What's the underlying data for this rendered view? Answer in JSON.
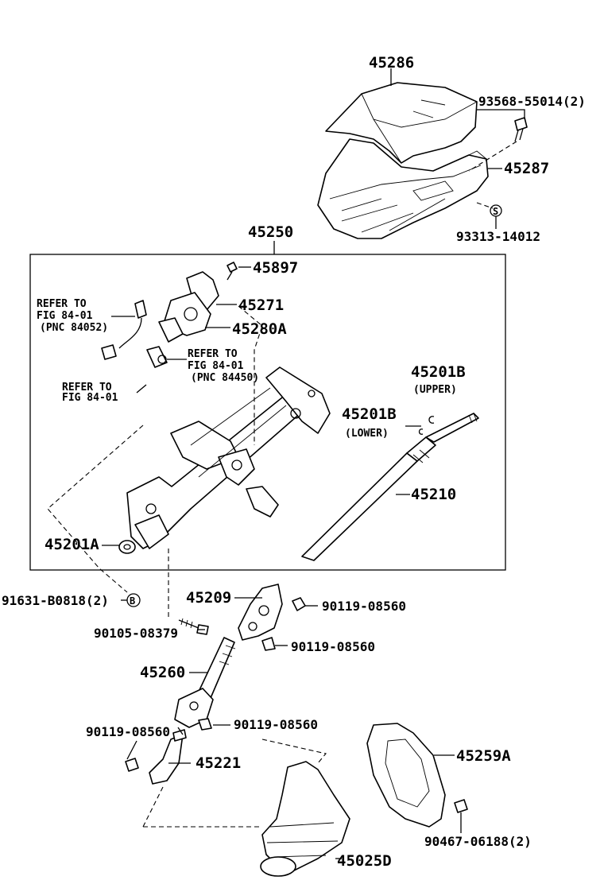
{
  "diagram_id": "452965-B",
  "labels": {
    "p45286": "45286",
    "p93568": "93568-55014(2)",
    "p45287": "45287",
    "p93313": "93313-14012",
    "p45250": "45250",
    "p45897": "45897",
    "p45271": "45271",
    "p45280A": "45280A",
    "ref1_l1": "REFER TO",
    "ref1_l2": "FIG 84-01",
    "ref1_l3": "(PNC 84052)",
    "ref2_l1": "REFER TO",
    "ref2_l2": "FIG 84-01",
    "ref2_l3": "(PNC 84450)",
    "ref3_l1": "REFER TO",
    "ref3_l2": "FIG 84-01",
    "p45201B_upper": "45201B",
    "upper": "(UPPER)",
    "p45201B_lower": "45201B",
    "lower": "(LOWER)",
    "p45210": "45210",
    "p45201A": "45201A",
    "p91631": "91631-B0818(2)",
    "marker_b": "B",
    "marker_s": "S",
    "p45209": "45209",
    "p90119_a": "90119-08560",
    "p90105": "90105-08379",
    "p90119_b": "90119-08560",
    "p45260": "45260",
    "p90119_c": "90119-08560",
    "p90119_d": "90119-08560",
    "p45221": "45221",
    "p45259A": "45259A",
    "p90467": "90467-06188(2)",
    "p45025D": "45025D"
  }
}
